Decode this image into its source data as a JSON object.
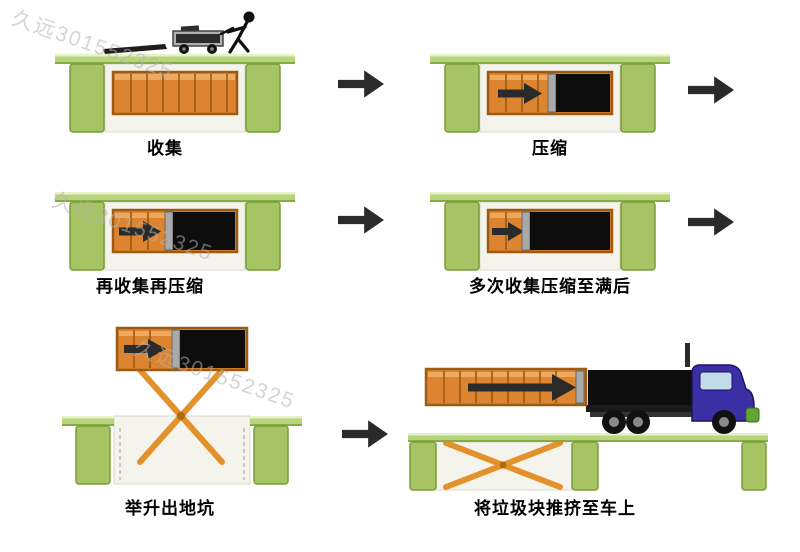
{
  "diagram": {
    "steps": [
      {
        "id": "collect",
        "label": "收集"
      },
      {
        "id": "compress",
        "label": "压缩"
      },
      {
        "id": "recollect",
        "label": "再收集再压缩"
      },
      {
        "id": "full",
        "label": "多次收集压缩至满后"
      },
      {
        "id": "lift",
        "label": "举升出地坑"
      },
      {
        "id": "push-to-truck",
        "label": "将垃圾块推挤至车上"
      }
    ],
    "flow_arrow_count": 5
  },
  "watermark": {
    "text": "久远301552325"
  },
  "colors": {
    "platform_green": "#b8d47e",
    "platform_highlight": "#e6f2c8",
    "platform_edge": "#86ad3f",
    "pillar_green": "#a6c464",
    "pillar_edge": "#7a9c3a",
    "pit_white": "#f4f4ec",
    "container_orange": "#dd8430",
    "container_edge": "#9c5a12",
    "container_light": "#edaa5e",
    "waste_black": "#0d0d0d",
    "plate_gray": "#a9a9a9",
    "arrow_dark": "#2a2a2a",
    "truck_blue": "#3a2fa5",
    "truck_window": "#c2dcea",
    "truck_bumper": "#63a433",
    "lift_orange": "#e2912b",
    "cart_gray": "#b0b0b0"
  }
}
